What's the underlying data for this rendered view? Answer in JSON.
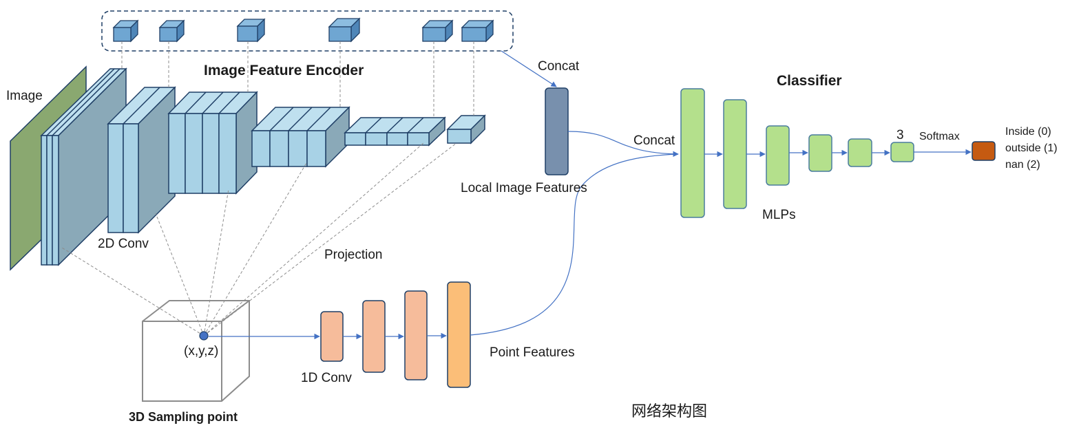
{
  "labels": {
    "image": "Image",
    "encoder_title": "Image Feature Encoder",
    "conv2d": "2D Conv",
    "projection": "Projection",
    "concat_top": "Concat",
    "local_features": "Local Image Features",
    "concat_mid": "Concat",
    "classifier_title": "Classifier",
    "mlps": "MLPs",
    "three": "3",
    "softmax": "Softmax",
    "out_inside": "Inside (0)",
    "out_outside": "outside (1)",
    "out_nan": "nan (2)",
    "point_coord": "(x,y,z)",
    "sampling_point": "3D Sampling point",
    "conv1d": "1D Conv",
    "point_features": "Point Features",
    "caption": "网络架构图"
  },
  "colors": {
    "image_plane": "#8aa870",
    "feature_map": "#a8d2e6",
    "feature_top": "#bfe0ef",
    "feature_side": "#8aa9b8",
    "feature_stroke": "#1f3f66",
    "encoder_cube": "#6fa6d2",
    "local_feature_bar": "#7890ad",
    "mlp_green": "#b4e08c",
    "mlp_stroke": "#4a7c9e",
    "point_conv": "#f6bc9b",
    "point_feature_bar": "#fbbe78",
    "output_box": "#c55a11",
    "arrow": "#4472c4",
    "sample_point": "#4472c4"
  }
}
